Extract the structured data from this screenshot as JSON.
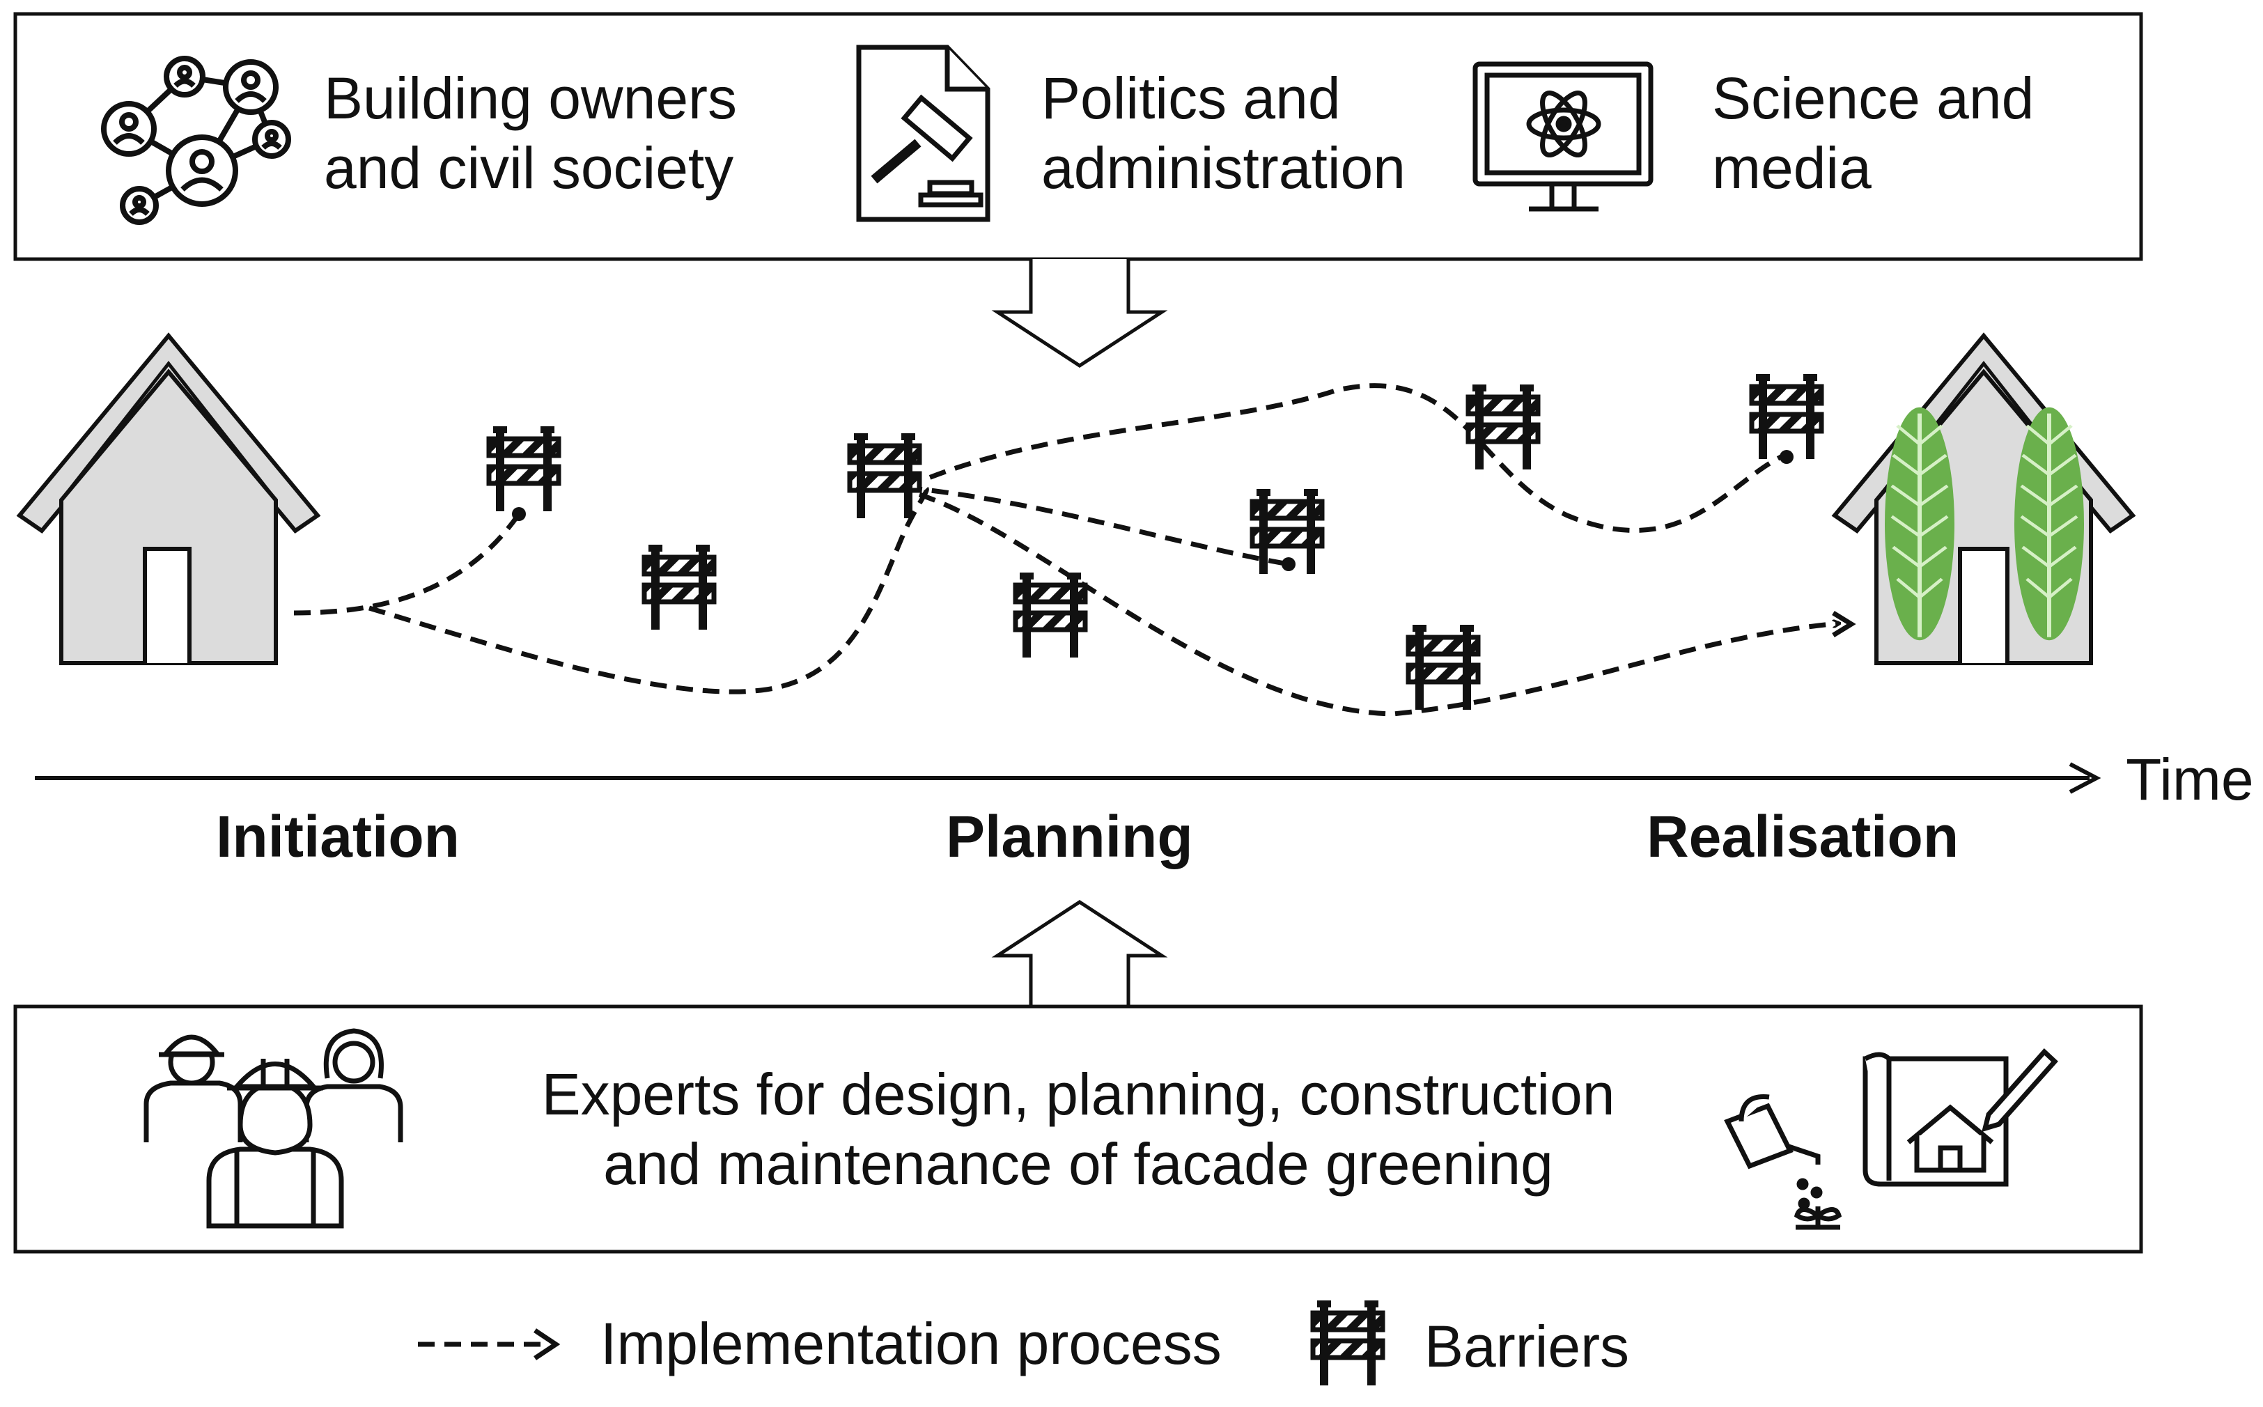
{
  "top_stakeholders": {
    "group1": {
      "line1": "Building owners",
      "line2": "and civil society",
      "icon": "network-people-icon"
    },
    "group2": {
      "line1": "Politics and",
      "line2": "administration",
      "icon": "gavel-document-icon"
    },
    "group3": {
      "line1": "Science and",
      "line2": "media",
      "icon": "monitor-atom-icon"
    }
  },
  "timeline": {
    "axis_label": "Time",
    "stages": [
      "Initiation",
      "Planning",
      "Realisation"
    ]
  },
  "experts": {
    "line1": "Experts for design, planning, construction",
    "line2": "and maintenance of facade greening",
    "icons": [
      "construction-workers-icon",
      "watering-can-icon",
      "house-blueprint-icon"
    ]
  },
  "legend": {
    "process": "Implementation process",
    "barriers": "Barriers"
  },
  "colors": {
    "line": "#111111",
    "house_fill": "#dcdcdc",
    "leaf_green": "#6ab04c",
    "leaf_light": "#9fd47f"
  }
}
